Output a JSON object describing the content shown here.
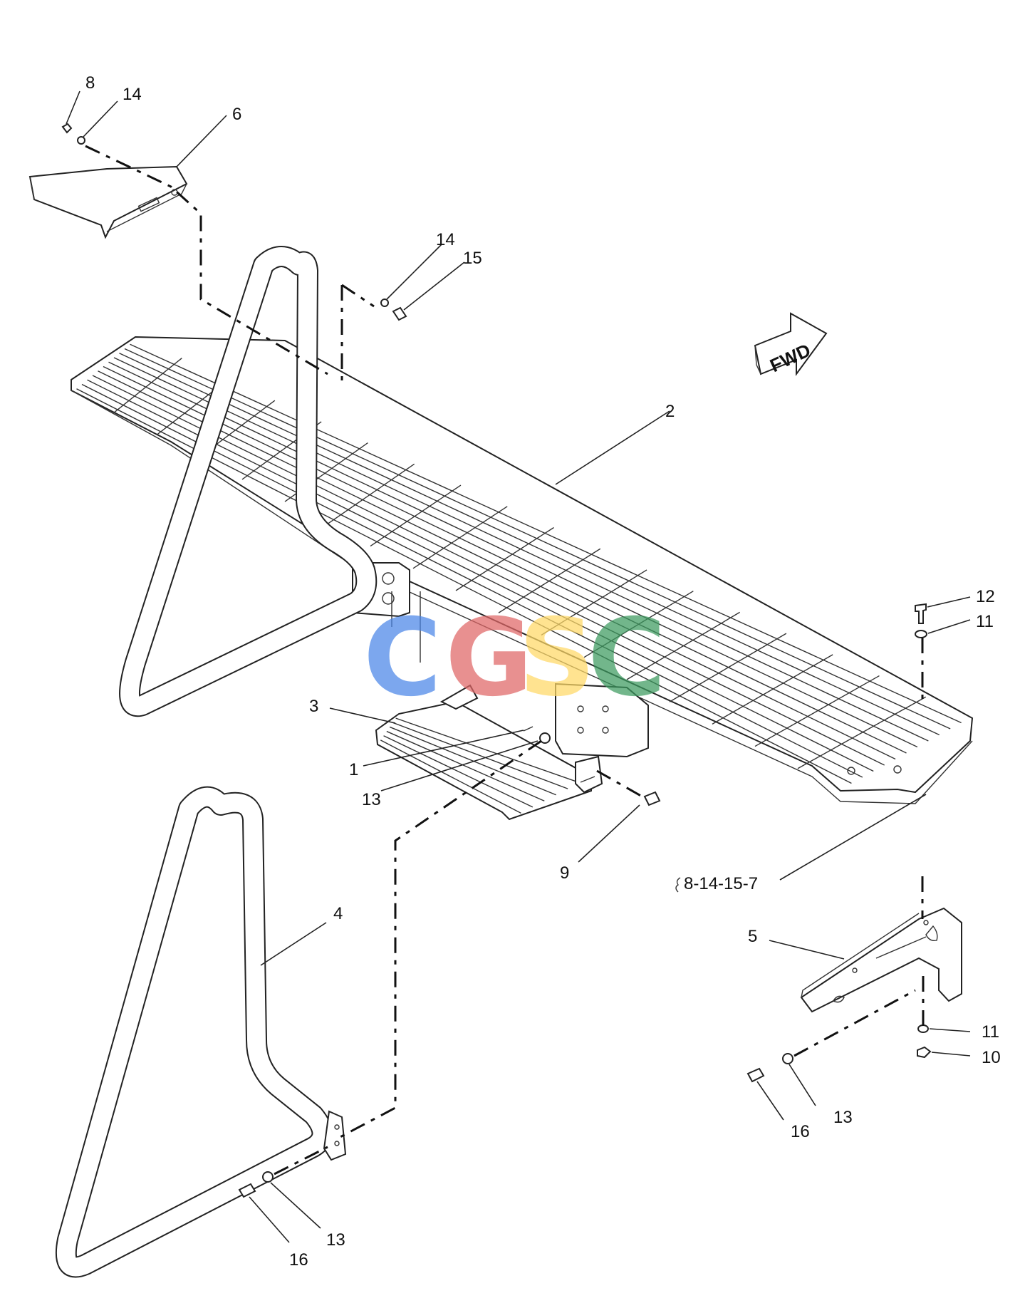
{
  "arrow": {
    "label": "FWD"
  },
  "watermark": {
    "letters": [
      "C",
      "G",
      "S",
      "C"
    ],
    "colors": [
      "#4a86e8",
      "#e06666",
      "#ffd966",
      "#3c9a5f"
    ]
  },
  "callouts": {
    "c8": "8",
    "c14a": "14",
    "c6": "6",
    "c14b": "14",
    "c15": "15",
    "c2": "2",
    "c12": "12",
    "c11a": "11",
    "c3": "3",
    "c1": "1",
    "c13a": "13",
    "c9": "9",
    "c8_14_15_7": "8-14-15-7",
    "c4": "4",
    "c5": "5",
    "c11b": "11",
    "c10": "10",
    "c13b": "13",
    "c16a": "16",
    "c13c": "13",
    "c16b": "16"
  }
}
